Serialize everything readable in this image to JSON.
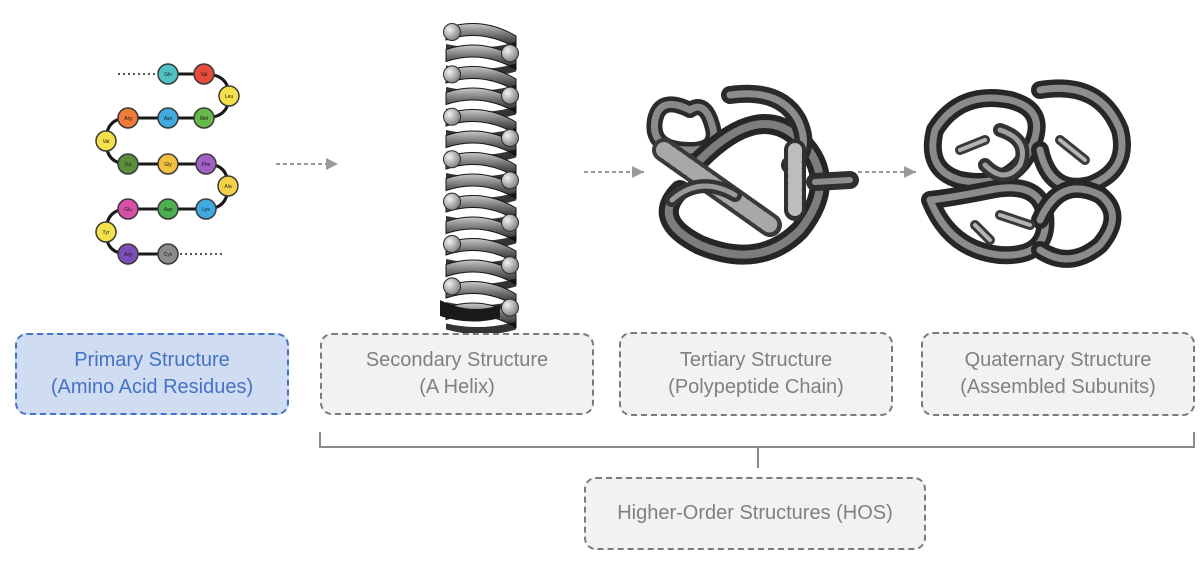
{
  "stages": [
    {
      "id": "primary",
      "line1": "Primary Structure",
      "line2": "(Amino Acid Residues)",
      "active": true
    },
    {
      "id": "secondary",
      "line1": "Secondary Structure",
      "line2": "(A Helix)",
      "active": false
    },
    {
      "id": "tertiary",
      "line1": "Tertiary Structure",
      "line2": "(Polypeptide Chain)",
      "active": false
    },
    {
      "id": "quaternary",
      "line1": "Quaternary Structure",
      "line2": "(Assembled Subunits)",
      "active": false
    }
  ],
  "hos": {
    "label": "Higher-Order Structures (HOS)"
  },
  "primary_chain": {
    "residues": [
      {
        "code": "Gln",
        "color": "#4fc3c3"
      },
      {
        "code": "Val",
        "color": "#e84a3c"
      },
      {
        "code": "Leu",
        "color": "#f3e04a"
      },
      {
        "code": "Met",
        "color": "#66b84a"
      },
      {
        "code": "Asn",
        "color": "#3fa9e0"
      },
      {
        "code": "Arg",
        "color": "#f07a3a"
      },
      {
        "code": "Val",
        "color": "#f3e04a"
      },
      {
        "code": "Trp",
        "color": "#5f8e3a"
      },
      {
        "code": "Gly",
        "color": "#f3c040"
      },
      {
        "code": "Phe",
        "color": "#a35fc4"
      },
      {
        "code": "Ala",
        "color": "#f3d24a"
      },
      {
        "code": "Lys",
        "color": "#3fa9e0"
      },
      {
        "code": "Asp",
        "color": "#4caf50"
      },
      {
        "code": "Glu",
        "color": "#d84fa9"
      },
      {
        "code": "Tyr",
        "color": "#f3e04a"
      },
      {
        "code": "Arg",
        "color": "#7a4fb8"
      },
      {
        "code": "Cys",
        "color": "#8c8c8c"
      }
    ]
  },
  "colors": {
    "active_border": "#4472c4",
    "active_fill": "#cfdcf2",
    "inactive_border": "#7a7a7a",
    "inactive_fill": "#f2f2f2",
    "inactive_text": "#808080",
    "arrow": "#9a9a9a",
    "bracket": "#8a8a8a"
  }
}
